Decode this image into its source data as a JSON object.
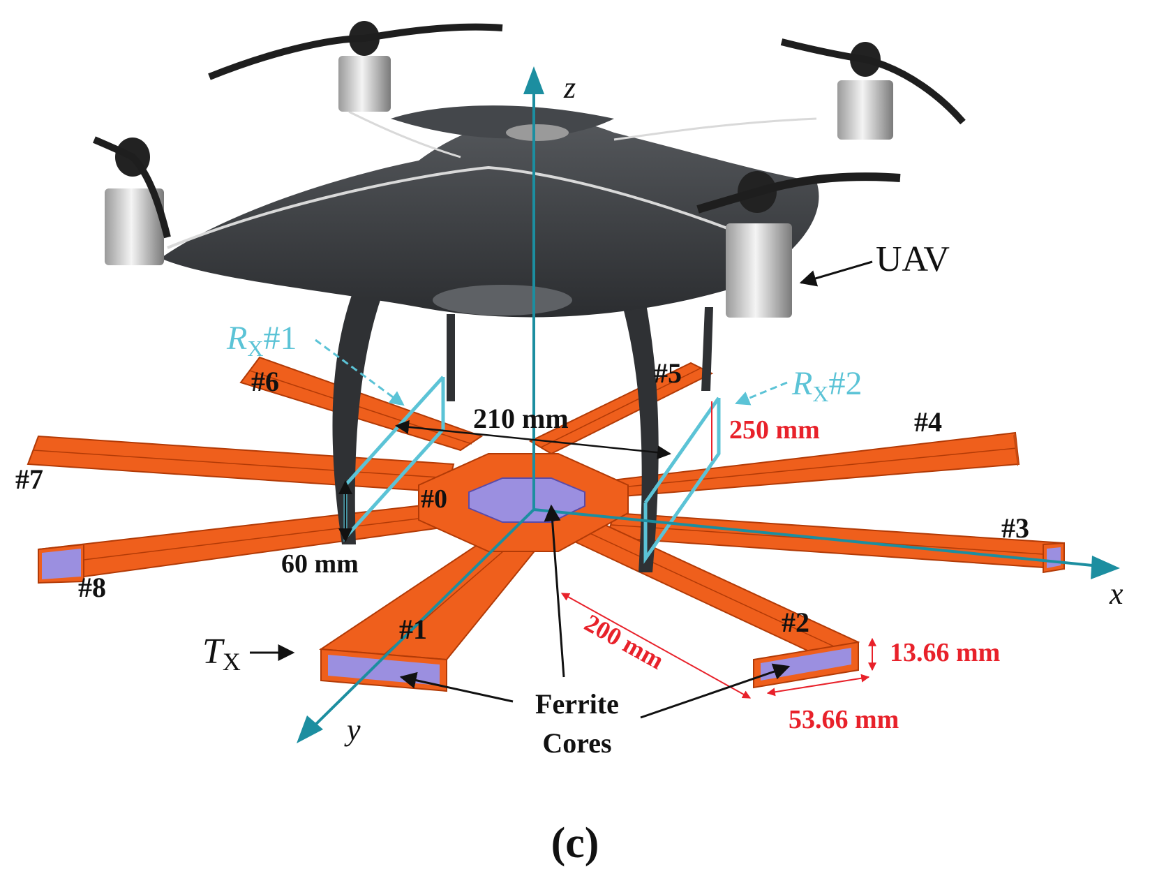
{
  "figure": {
    "panel_label": "(c)",
    "colors": {
      "coil_orange": "#ef5f1c",
      "coil_edge": "#b23a06",
      "ferrite_purple": "#9b8fe0",
      "axis_teal": "#1c8ea0",
      "receiver_cyan": "#5bc3d6",
      "dimension_red": "#e8212a",
      "drone_body": "#3a3d40"
    },
    "axes": {
      "x": "x",
      "y": "y",
      "z": "z"
    },
    "labels": {
      "uav": "UAV",
      "rx1_main": "R",
      "rx1_sub": "X",
      "rx1_tail": "#1",
      "rx2_main": "R",
      "rx2_sub": "X",
      "rx2_tail": "#2",
      "tx_main": "T",
      "tx_sub": "X",
      "ferrite_line1": "Ferrite",
      "ferrite_line2": "Cores"
    },
    "coils": [
      "#0",
      "#1",
      "#2",
      "#3",
      "#4",
      "#5",
      "#6",
      "#7",
      "#8"
    ],
    "dimensions": {
      "d210": "210 mm",
      "d250": "250 mm",
      "d60": "60 mm",
      "d200": "200 mm",
      "d13": "13.66 mm",
      "d53": "53.66 mm"
    }
  }
}
